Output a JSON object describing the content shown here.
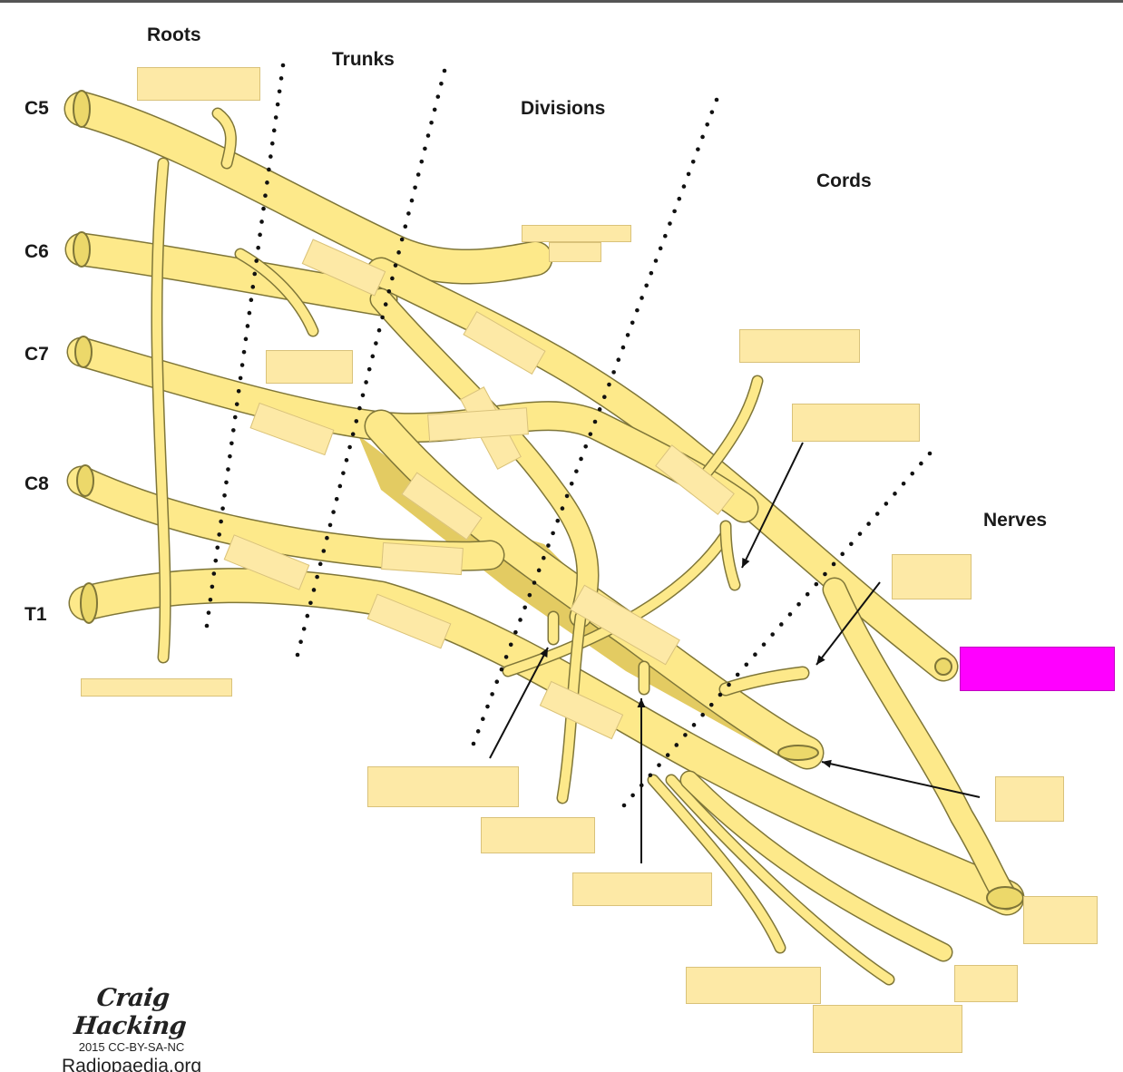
{
  "sections": {
    "roots": "Roots",
    "trunks": "Trunks",
    "divisions": "Divisions",
    "cords": "Cords",
    "nerves": "Nerves"
  },
  "roots": [
    "C5",
    "C6",
    "C7",
    "C8",
    "T1"
  ],
  "colors": {
    "nerve": "#fde98a",
    "nerve_outline": "#7f7638",
    "posterior_cord": "#e3cb62",
    "label_box": "#fde9a6",
    "highlight_box": "#ff00ff",
    "dots": "#111111",
    "arrows": "#111111"
  },
  "credit": {
    "author": "Craig Hacking",
    "license": "2015 CC-BY-SA-NC",
    "site": "Radiopaedia.org"
  }
}
